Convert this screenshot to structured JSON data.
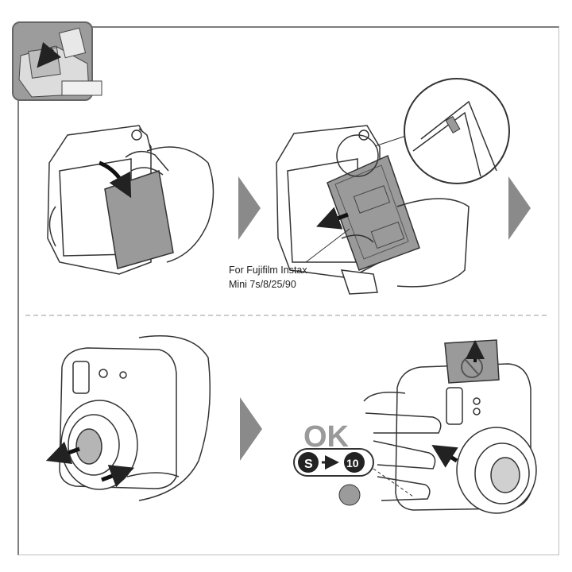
{
  "caption": {
    "line1": "For Fujifilm Instax",
    "line2": "Mini 7s/8/25/90"
  },
  "status": {
    "ok_text": "OK",
    "counter_from": "S",
    "counter_to": "10"
  },
  "colors": {
    "arrow_gray": "#8a8a8a",
    "line": "#333333",
    "icon_bg": "#9a9a9a",
    "indicator": "#9b9b9b"
  },
  "icons": [
    "film-pack-load-icon",
    "next-step-arrow-icon",
    "insert-direction-arrow-icon",
    "eject-arrow-icon",
    "no-touch-icon"
  ]
}
